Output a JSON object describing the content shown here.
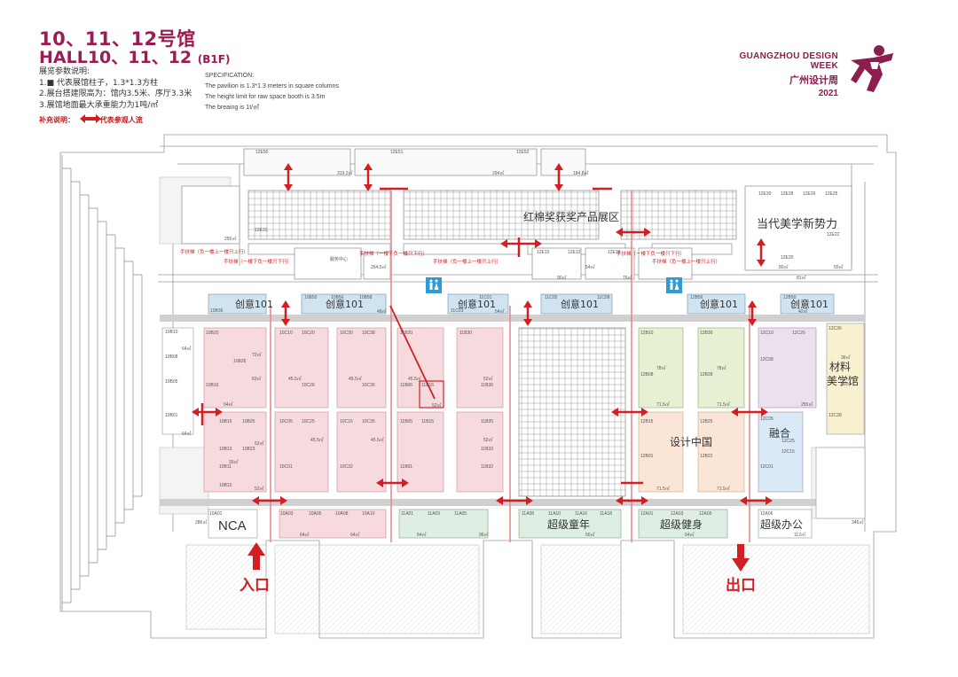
{
  "header": {
    "title_cn": "10、11、12号馆",
    "title_en": "HALL10、11、12",
    "floor": "(B1F)"
  },
  "spec_cn": {
    "heading": "展览参数说明:",
    "line1": "1.■ 代表展馆柱子，1.3*1.3方柱",
    "line2": "2.展台搭建限高为：馆内3.5米、序厅3.3米",
    "line3": "3.展馆地面最大承重能力为1吨/㎡"
  },
  "spec_en": {
    "heading": "SPECIFICATION:",
    "line1": "The pavilion is 1.3*1.3 meters in square columns",
    "line2": "The height limit for raw space booth is 3.5m",
    "line3": "The breaing is 1t/㎡"
  },
  "supplement": {
    "label": "补充说明：",
    "text": "代表参观人流"
  },
  "brand": {
    "name_en": "GUANGZHOU DESIGN WEEK",
    "name_cn": "广州设计周",
    "year": "2021",
    "accent": "#8c1d4f",
    "logo_icon": "running-figure-logo"
  },
  "colors": {
    "flow_arrow": "#d11f24",
    "chuangyi": "#cfe3f1",
    "pink_booth": "#f6dadd",
    "green_booth": "#e6f1d4",
    "peach_booth": "#fbe5d6",
    "lavender_booth": "#ece0ef",
    "yellow_booth": "#f7f1cf",
    "mint_booth": "#dfeee3"
  },
  "zones": {
    "hongmian": "红棉奖获奖产品展区",
    "dangdai": "当代美学新势力",
    "chuangyi": "创意101",
    "cailiao_1": "材料",
    "cailiao_2": "美学馆",
    "sheji": "设计中国",
    "ronghe": "融合",
    "nca": "NCA",
    "tongnian": "超级童年",
    "jianshen": "超级健身",
    "bangong": "超级办公",
    "entrance": "入口",
    "exit": "出口",
    "service": "服务中心"
  },
  "escalators": {
    "e1": "手扶梯（负一楼上一楼只上行）",
    "e2": "手扶梯（一楼下负一楼只下行）",
    "e3": "手扶梯（一楼下负一楼只下行）",
    "e4": "手扶梯（负一楼上一楼只上行）",
    "e5": "手扶梯（一楼下负一楼只下行）",
    "e6": "手扶梯（负一楼上一楼只上行）"
  },
  "booths": {
    "b12e50": "12E50",
    "b12e51": "12E51",
    "b12e52": "12E52",
    "a319": "319.2㎡",
    "a294": "294㎡",
    "a184": "184.8㎡",
    "b12e30": "12E30",
    "b12e28": "12E28",
    "b12e26": "12E26",
    "b12e25": "12E25",
    "b12e22": "12E22",
    "b12e20": "12E20",
    "b12e31": "12E31",
    "b12e10": "12E10",
    "b12e12": "12E12",
    "b12e16": "12E16",
    "a256": "256㎡",
    "a264": "264.5㎡",
    "a90": "90㎡",
    "a54": "54㎡",
    "a76": "76㎡",
    "a80": "80㎡",
    "a81": "81㎡",
    "a55": "55㎡",
    "b10b36": "10B36",
    "b10b50": "10B50",
    "b10b56": "10B56",
    "b10b58": "10B58",
    "b11c01": "11C01",
    "b11c05": "11C05",
    "b11c03": "11C03",
    "b11c08": "11C08",
    "b12b56": "12B56",
    "b12b50": "12B50",
    "b12b30": "12B30",
    "b10b10": "10B10",
    "b10b08": "10B08",
    "b10b05": "10B05",
    "b10b01": "10B01",
    "b10b20": "10B20",
    "b10b26": "10B26",
    "b10b16": "10B16",
    "b10b15": "10B15",
    "b10b25": "10B25",
    "b10b13": "10B13",
    "b10b23": "10B23",
    "b10b11": "10B11",
    "b10b12": "10B12",
    "b10c10": "10C10",
    "b10c20": "10C20",
    "b10c30": "10C30",
    "b10c38": "10C38",
    "b10c26": "10C26",
    "b10c36": "10C36",
    "b10c25": "10C25",
    "b10c35": "10C35",
    "b10c05": "10C05",
    "b10c15": "10C15",
    "b10c01": "10C01",
    "b10c32": "10C32",
    "b11b20": "11B20",
    "b11b16": "11B16",
    "b11b06": "11B06",
    "b11b05": "11B05",
    "b11b15": "11B15",
    "b11b01": "11B01",
    "b11b30": "11B30",
    "b11b36": "11B36",
    "b11b35": "11B35",
    "b11b33": "11B33",
    "b11b32": "11B32",
    "b12b10": "12B10",
    "b12b08": "12B08",
    "b12b15": "12B15",
    "b12b01": "12B01",
    "b12b28": "12B28",
    "b12b25": "12B25",
    "b12b22": "12B22",
    "b12c10": "12C10",
    "b12c26": "12C26",
    "b12c08": "12C08",
    "b12c28": "12C28",
    "b12c36": "12C36",
    "b12c05": "12C05",
    "b12c25": "12C25",
    "b12c15": "12C15",
    "b12c01": "12C01",
    "b10a01": "10A01",
    "b10a03": "10A03",
    "b10a05": "10A05",
    "b10a08": "10A08",
    "b10a10": "10A10",
    "b11a01": "11A01",
    "b11a03": "11A03",
    "b11a05": "11A05",
    "b11a08": "11A08",
    "b11a10": "11A10",
    "b11a16": "11A16",
    "b11a18": "11A18",
    "b12a01": "12A01",
    "b12a03": "12A03",
    "b12a05": "12A05",
    "b12a06": "12A06",
    "a64": "64㎡",
    "a72": "72㎡",
    "a52": "52㎡",
    "a45": "45.5㎡",
    "a78": "78㎡",
    "a71": "71.5㎡",
    "a255": "255㎡",
    "a286": "286㎡",
    "a345": "345㎡",
    "a112": "112㎡",
    "a96": "96㎡",
    "a56": "56㎡",
    "a48": "48㎡",
    "a42": "42㎡",
    "a39": "39㎡",
    "a36": "36㎡",
    "a60": "60㎡",
    "a63": "63㎡"
  }
}
